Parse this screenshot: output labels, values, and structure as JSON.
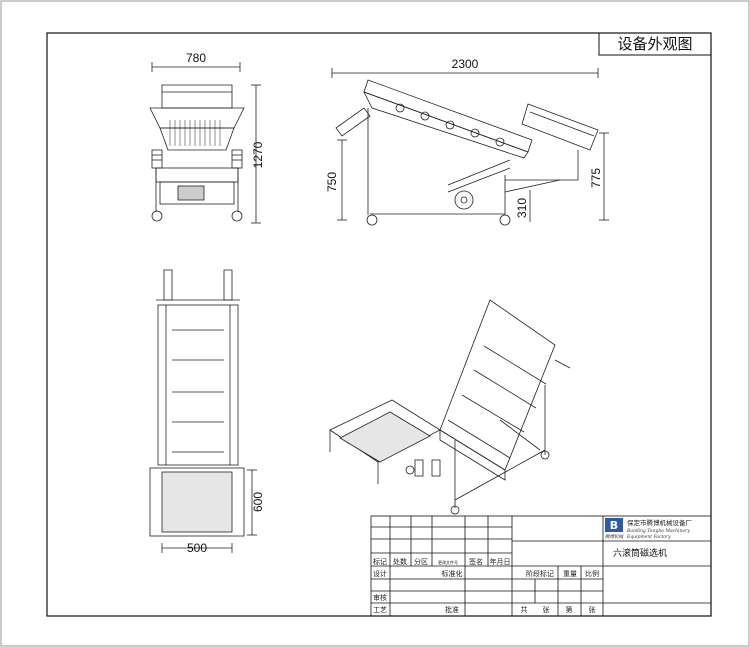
{
  "drawing_title": "设备外观图",
  "dimensions": {
    "front_width": "780",
    "front_height": "1270",
    "side_length": "2300",
    "side_height_left": "750",
    "side_height_right": "775",
    "side_bottom": "310",
    "top_width": "500",
    "top_length": "600"
  },
  "title_block": {
    "company_cn": "保定市腾博机械设备厂",
    "company_en_1": "Baoding Tengbo Machinery",
    "company_en_2": "Equipment Factory",
    "logo_text": "腾博机械",
    "product_name": "六滚筒磁选机",
    "row_labels": [
      "标记",
      "处数",
      "分区",
      "更改文件号",
      "签名",
      "年月日"
    ],
    "design": "设计",
    "standardize": "标准化",
    "stage_mark": "阶段标记",
    "weight": "重量",
    "scale": "比例",
    "review": "审核",
    "process": "工艺",
    "approve": "批准",
    "total": "共",
    "sheets": "张",
    "sheet_no": "第",
    "sheet_unit": "张"
  }
}
